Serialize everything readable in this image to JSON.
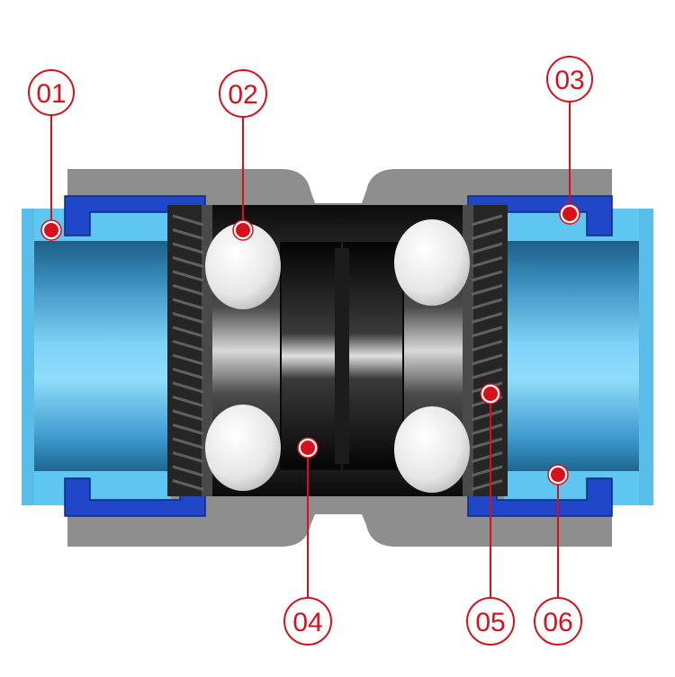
{
  "diagram": {
    "colors": {
      "callout_red": "#d8101c",
      "body_gray": "#8e8e8e",
      "pipe_blue": "#4fb8e6",
      "clip_blue": "#1f47c8",
      "ring_dark": "#1a1a1a"
    },
    "callouts": [
      {
        "id": "01",
        "label": "01"
      },
      {
        "id": "02",
        "label": "02"
      },
      {
        "id": "03",
        "label": "03"
      },
      {
        "id": "04",
        "label": "04"
      },
      {
        "id": "05",
        "label": "05"
      },
      {
        "id": "06",
        "label": "06"
      }
    ]
  }
}
